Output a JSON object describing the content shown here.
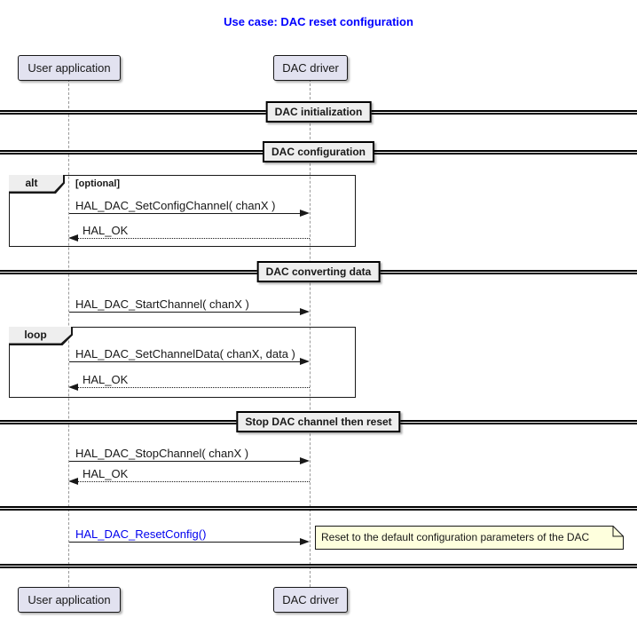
{
  "title": "Use case: DAC reset configuration",
  "participants": {
    "left": {
      "label": "User application"
    },
    "right": {
      "label": "DAC driver"
    }
  },
  "dividers": {
    "initialization": "DAC initialization",
    "configuration": "DAC configuration",
    "converting": "DAC converting data",
    "stop_reset": "Stop DAC channel then reset"
  },
  "fragments": {
    "alt": {
      "operator": "alt",
      "guard": "[optional]"
    },
    "loop": {
      "operator": "loop"
    }
  },
  "messages": {
    "set_config_channel": {
      "label": "HAL_DAC_SetConfigChannel( chanX )",
      "direction": "right",
      "style": "solid"
    },
    "ok_config": {
      "label": "HAL_OK",
      "direction": "left",
      "style": "dotted"
    },
    "start_channel": {
      "label": "HAL_DAC_StartChannel( chanX )",
      "direction": "right",
      "style": "solid"
    },
    "set_channel_data": {
      "label": "HAL_DAC_SetChannelData( chanX, data )",
      "direction": "right",
      "style": "solid"
    },
    "ok_data": {
      "label": "HAL_OK",
      "direction": "left",
      "style": "dotted"
    },
    "stop_channel": {
      "label": "HAL_DAC_StopChannel( chanX )",
      "direction": "right",
      "style": "solid"
    },
    "ok_stop": {
      "label": "HAL_OK",
      "direction": "left",
      "style": "dotted"
    },
    "reset_config": {
      "label": "HAL_DAC_ResetConfig()",
      "direction": "right",
      "style": "solid"
    }
  },
  "note": {
    "text": "Reset to the default configuration parameters of the DAC"
  },
  "colors": {
    "title_blue": "#0000FF",
    "link_blue": "#0000EE",
    "participant_fill": "#E2E2F0",
    "fragment_label_fill": "#EEEEEE",
    "divider_label_fill": "#EEEEEE",
    "note_fill": "#FEFFDD",
    "line_black": "#181818",
    "lifeline_gray": "#999999"
  }
}
